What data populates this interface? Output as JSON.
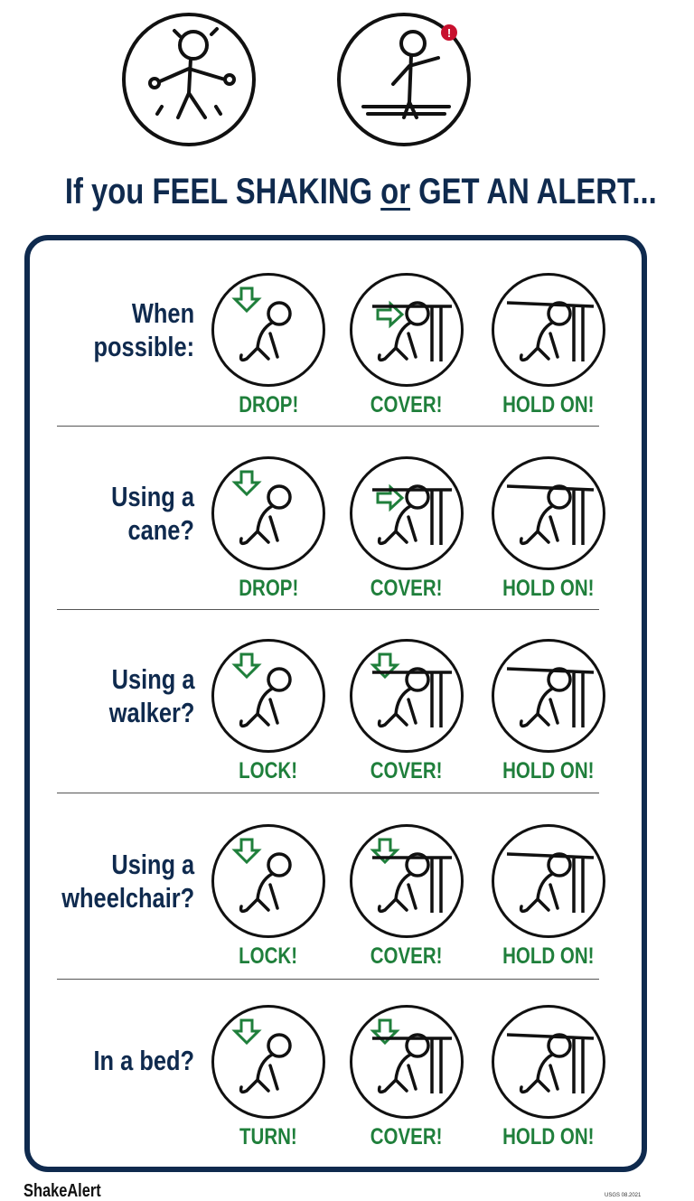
{
  "title": {
    "part1": "If you ",
    "part2": "FEEL SHAKING ",
    "part3": "or",
    "part4": " GET AN ALERT..."
  },
  "colors": {
    "navy": "#0f2a4e",
    "green": "#1f7f3b"
  },
  "top_icons": [
    "shaking-person-icon",
    "phone-alert-person-icon"
  ],
  "rows": [
    {
      "label1": "When",
      "label2": "possible:",
      "steps": [
        "DROP!",
        "COVER!",
        "HOLD ON!"
      ]
    },
    {
      "label1": "Using a",
      "label2": "cane?",
      "steps": [
        "DROP!",
        "COVER!",
        "HOLD ON!"
      ]
    },
    {
      "label1": "Using a",
      "label2": "walker?",
      "steps": [
        "LOCK!",
        "COVER!",
        "HOLD ON!"
      ]
    },
    {
      "label1": "Using a",
      "label2": "wheelchair?",
      "steps": [
        "LOCK!",
        "COVER!",
        "HOLD ON!"
      ]
    },
    {
      "label1": "",
      "label2": "In a bed?",
      "steps": [
        "TURN!",
        "COVER!",
        "HOLD ON!"
      ]
    }
  ],
  "footer": {
    "logo": "ShakeAlert",
    "version": "USGS 08.2021"
  }
}
